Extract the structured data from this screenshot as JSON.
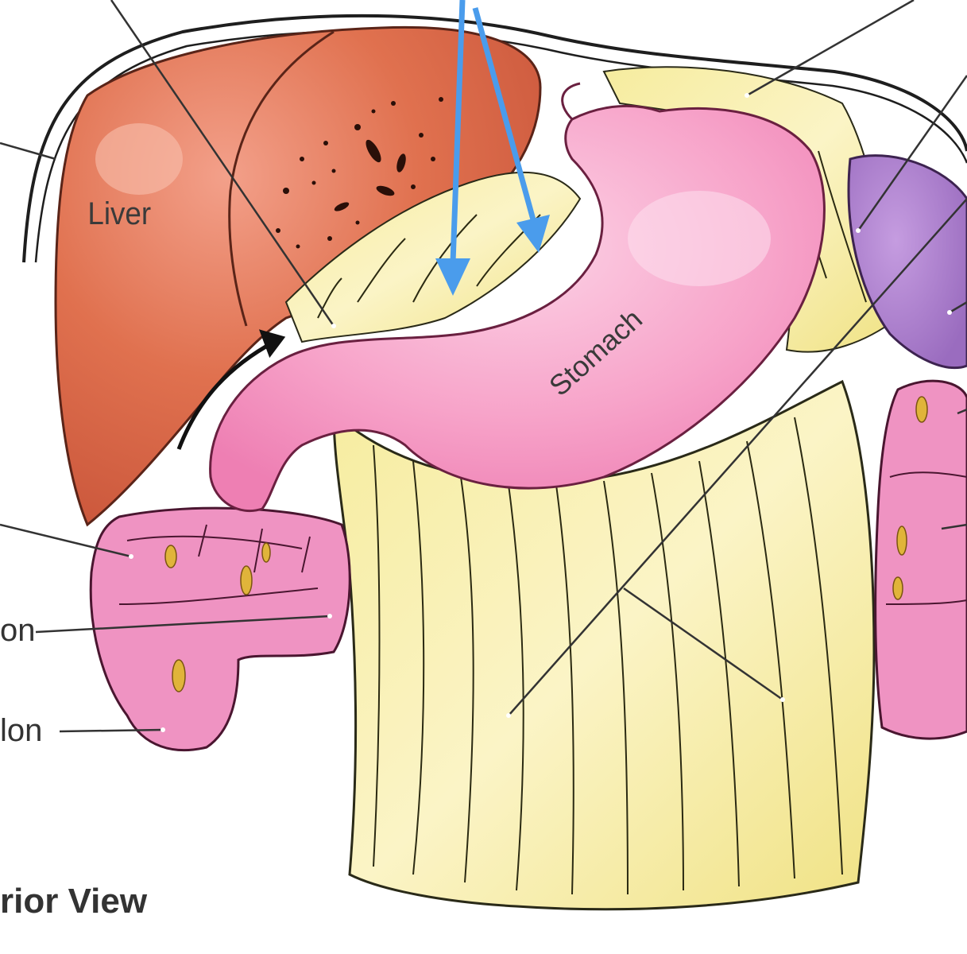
{
  "organs": {
    "liver": "Liver",
    "stomach": "Stomach"
  },
  "edge_labels": {
    "transverse_colon": "on",
    "descending_colon": "lon"
  },
  "view_caption": "rior View",
  "colors": {
    "liver": "#d9674a",
    "liver_shadow": "#b84a33",
    "stomach": "#f59ac4",
    "stomach_highlight": "#fcd2e6",
    "omentum": "#f2e690",
    "omentum_light": "#fbf5c8",
    "spleen": "#a67ac8",
    "colon": "#ee8fc0",
    "fat_deposit": "#e0b43a",
    "pointer_arrow": "#4a9cec",
    "leader_line": "#333333"
  }
}
